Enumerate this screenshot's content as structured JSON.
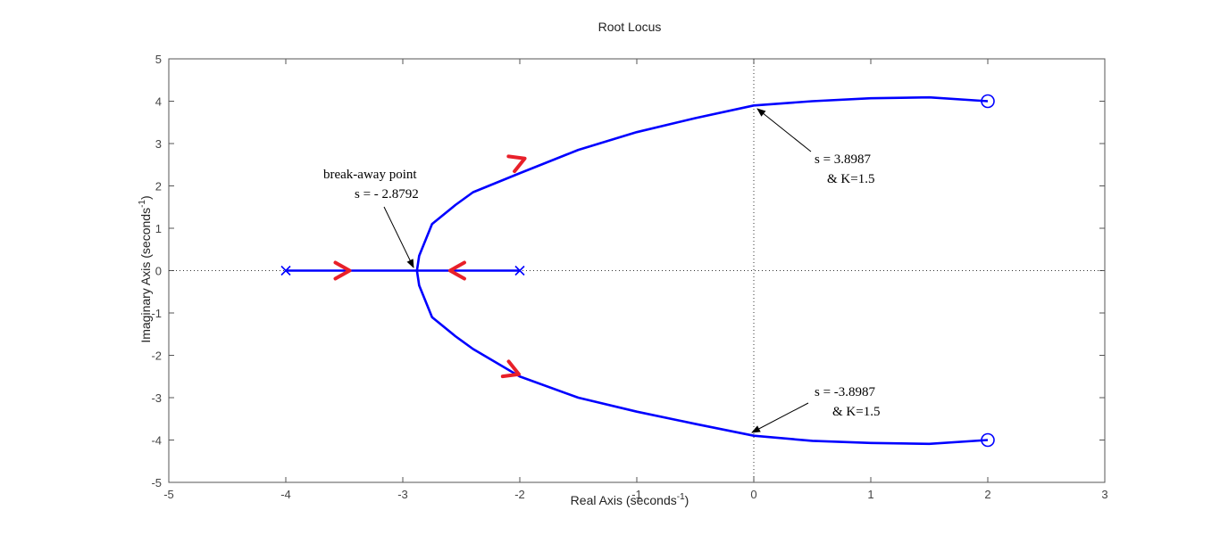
{
  "chart_data": {
    "type": "scatter",
    "title": "Root Locus",
    "xlabel_text": "Real Axis (seconds",
    "xlabel_sup": "-1",
    "xlabel_close": ")",
    "ylabel_text": "Imaginary Axis (seconds",
    "ylabel_sup": "-1",
    "ylabel_close": ")",
    "xlim": [
      -5,
      3
    ],
    "ylim": [
      -5,
      5
    ],
    "xticks": [
      -5,
      -4,
      -3,
      -2,
      -1,
      0,
      1,
      2,
      3
    ],
    "yticks": [
      -5,
      -4,
      -3,
      -2,
      -1,
      0,
      1,
      2,
      3,
      4,
      5
    ],
    "xtick_labels": [
      "-5",
      "-4",
      "-3",
      "-2",
      "-1",
      "0",
      "1",
      "2",
      "3"
    ],
    "ytick_labels": [
      "-5",
      "-4",
      "-3",
      "-2",
      "-1",
      "0",
      "1",
      "2",
      "3",
      "4",
      "5"
    ],
    "grid": false,
    "locus_color": "#0000ff",
    "arrow_color": "#e8202a",
    "zero_lines": true,
    "poles": [
      [
        -4,
        0
      ],
      [
        -2,
        0
      ]
    ],
    "zeros": [
      [
        2,
        4
      ],
      [
        2,
        -4
      ]
    ],
    "series": [
      {
        "values": [
          [
            -4,
            0
          ],
          [
            -2.8792,
            0
          ]
        ]
      },
      {
        "values": [
          [
            -2,
            0
          ],
          [
            -2.8792,
            0
          ]
        ]
      },
      {
        "values": [
          [
            -2.8792,
            0
          ],
          [
            -2.86,
            0.35
          ],
          [
            -2.75,
            1.1
          ],
          [
            -2.55,
            1.55
          ],
          [
            -2.4,
            1.85
          ],
          [
            -2.0,
            2.3
          ],
          [
            -1.5,
            2.85
          ],
          [
            -1.0,
            3.27
          ],
          [
            -0.5,
            3.6
          ],
          [
            0,
            3.8987
          ],
          [
            0.5,
            4.0
          ],
          [
            1.0,
            4.07
          ],
          [
            1.5,
            4.09
          ],
          [
            2,
            4.0
          ]
        ]
      },
      {
        "values": [
          [
            -2.8792,
            0
          ],
          [
            -2.86,
            -0.35
          ],
          [
            -2.75,
            -1.1
          ],
          [
            -2.55,
            -1.55
          ],
          [
            -2.4,
            -1.85
          ],
          [
            -2.0,
            -2.5
          ],
          [
            -1.5,
            -3.0
          ],
          [
            -1.0,
            -3.33
          ],
          [
            -0.5,
            -3.62
          ],
          [
            0,
            -3.8987
          ],
          [
            0.5,
            -4.02
          ],
          [
            1.0,
            -4.07
          ],
          [
            1.5,
            -4.09
          ],
          [
            2,
            -4.0
          ]
        ]
      }
    ],
    "direction_arrows": [
      {
        "at": [
          -3.5,
          0
        ],
        "dir": "right"
      },
      {
        "at": [
          -2.55,
          0
        ],
        "dir": "left"
      },
      {
        "at": [
          -2.0,
          2.6
        ],
        "dir": "up-right"
      },
      {
        "at": [
          -2.05,
          -2.4
        ],
        "dir": "down-right"
      }
    ],
    "annotations": [
      {
        "lines": [
          "break-away point",
          "s = - 2.8792"
        ],
        "text_at": [
          -2.4,
          2.3
        ],
        "point": [
          -2.88,
          0.03
        ]
      },
      {
        "lines": [
          "s = 3.8987",
          "& K=1.5"
        ],
        "text_at": [
          0.85,
          2.6
        ],
        "point": [
          0.03,
          3.8
        ]
      },
      {
        "lines": [
          "s = -3.8987",
          "& K=1.5"
        ],
        "text_at": [
          0.85,
          -3.0
        ],
        "point": [
          -0.02,
          -3.85
        ]
      }
    ]
  }
}
